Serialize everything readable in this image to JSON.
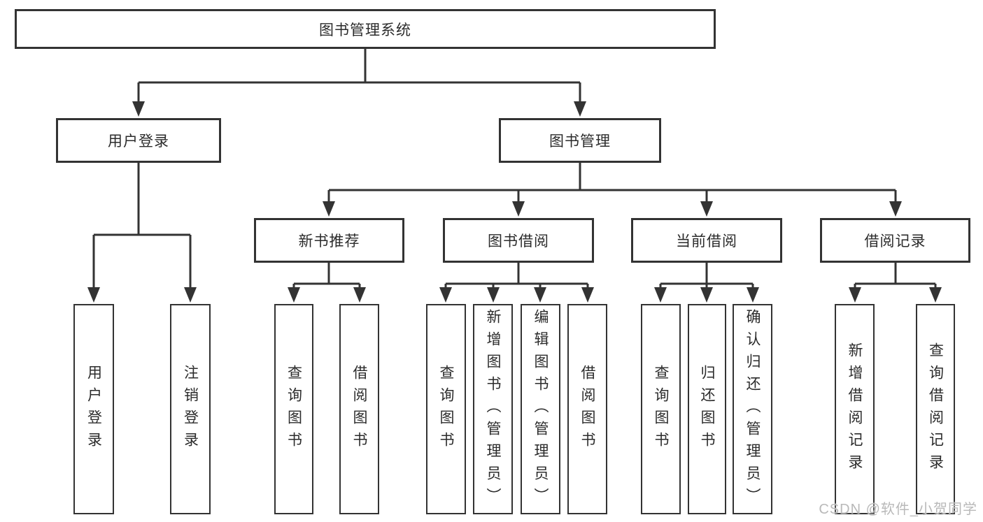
{
  "tree": {
    "root": {
      "label": "图书管理系统"
    },
    "branches": [
      {
        "label": "用户登录",
        "children": [
          {
            "label": "用户登录"
          },
          {
            "label": "注销登录"
          }
        ]
      },
      {
        "label": "图书管理",
        "children": [
          {
            "label": "新书推荐",
            "children": [
              {
                "label": "查询图书"
              },
              {
                "label": "借阅图书"
              }
            ]
          },
          {
            "label": "图书借阅",
            "children": [
              {
                "label": "查询图书"
              },
              {
                "label": "新增图书（管理员）"
              },
              {
                "label": "编辑图书（管理员）"
              },
              {
                "label": "借阅图书"
              }
            ]
          },
          {
            "label": "当前借阅",
            "children": [
              {
                "label": "查询图书"
              },
              {
                "label": "归还图书"
              },
              {
                "label": "确认归还（管理员）"
              }
            ]
          },
          {
            "label": "借阅记录",
            "children": [
              {
                "label": "新增借阅记录"
              },
              {
                "label": "查询借阅记录"
              }
            ]
          }
        ]
      }
    ]
  },
  "watermark": "CSDN @软件_小贺同学",
  "colors": {
    "line": "#333333",
    "box_border": "#333333",
    "box_background": "#ffffff",
    "text": "#2b2b2b",
    "watermark": "#b9b9b9",
    "page_background": "#ffffff"
  }
}
